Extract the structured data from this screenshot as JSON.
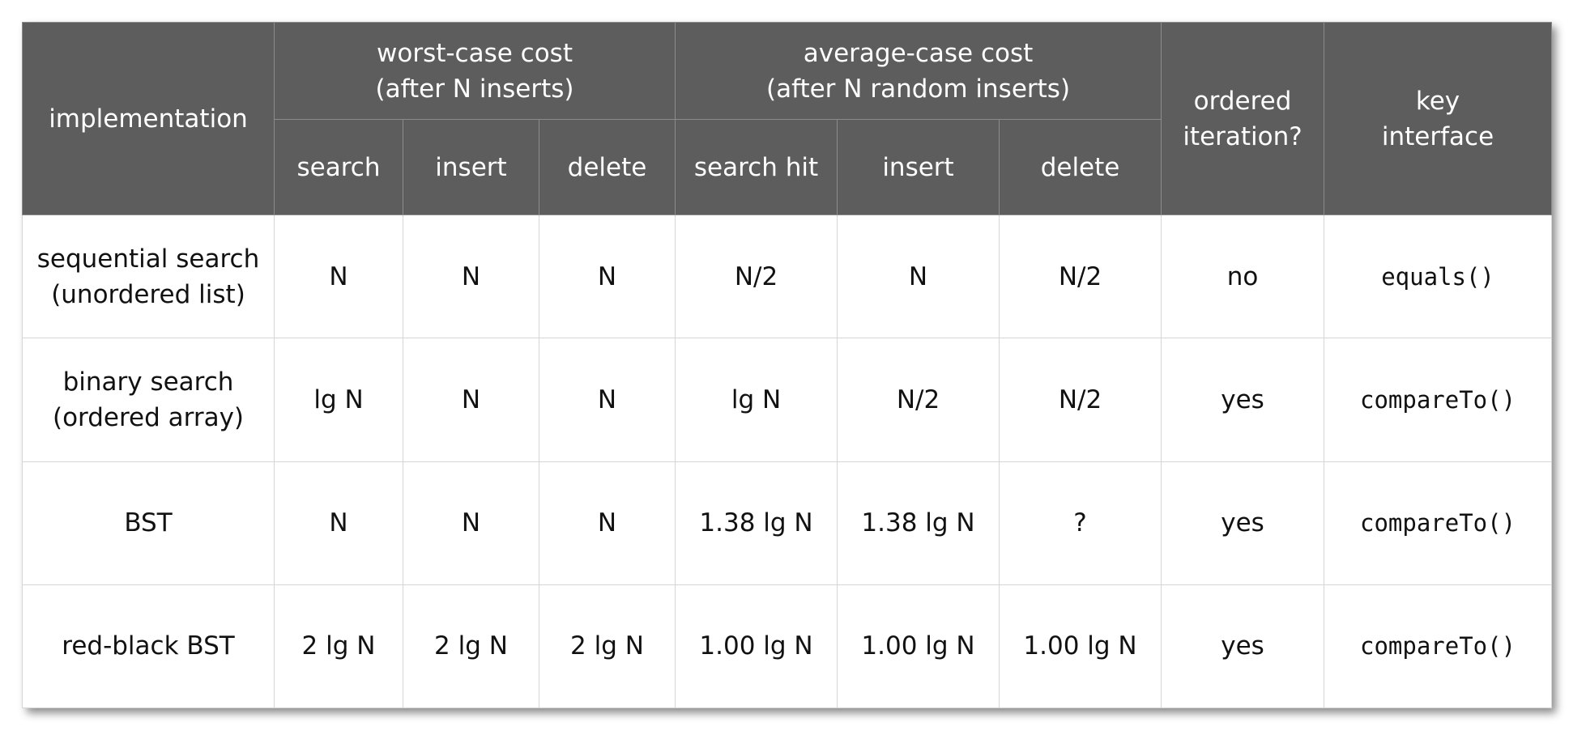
{
  "chart_data": {
    "type": "table",
    "header": {
      "implementation": "implementation",
      "worst_group": "worst-case cost\n(after N inserts)",
      "average_group": "average-case cost\n(after N random inserts)",
      "ordered": "ordered\niteration?",
      "key": "key\ninterface",
      "sub": [
        "search",
        "insert",
        "delete",
        "search hit",
        "insert",
        "delete"
      ]
    },
    "rows": [
      {
        "implementation": "sequential search\n(unordered list)",
        "worst": [
          "N",
          "N",
          "N"
        ],
        "average": [
          "N/2",
          "N",
          "N/2"
        ],
        "ordered": "no",
        "key": "equals()"
      },
      {
        "implementation": "binary search\n(ordered array)",
        "worst": [
          "lg N",
          "N",
          "N"
        ],
        "average": [
          "lg N",
          "N/2",
          "N/2"
        ],
        "ordered": "yes",
        "key": "compareTo()"
      },
      {
        "implementation": "BST",
        "worst": [
          "N",
          "N",
          "N"
        ],
        "average": [
          "1.38 lg N",
          "1.38 lg N",
          "?"
        ],
        "ordered": "yes",
        "key": "compareTo()"
      },
      {
        "implementation": "red-black BST",
        "worst": [
          "2 lg N",
          "2 lg N",
          "2 lg N"
        ],
        "average": [
          "1.00 lg N",
          "1.00 lg N",
          "1.00 lg N"
        ],
        "ordered": "yes",
        "key": "compareTo()"
      }
    ]
  },
  "colors": {
    "header_bg": "#5d5d5d",
    "header_text": "#ffffff",
    "grid": "#d6d6d6"
  }
}
